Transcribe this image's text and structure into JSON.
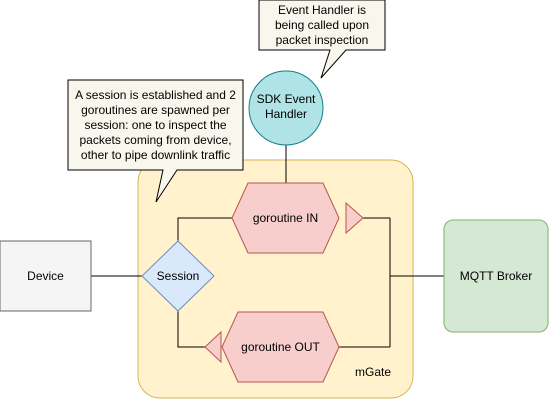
{
  "nodes": {
    "device": "Device",
    "session": "Session",
    "goroutine_in": "goroutine IN",
    "goroutine_out": "goroutine OUT",
    "sdk_handler": "SDK Event\nHandler",
    "mqtt_broker": "MQTT Broker",
    "mgate": "mGate"
  },
  "callouts": {
    "event_handler": "Event Handler is\nbeing called upon\npacket inspection",
    "session_note": "A session is established and 2\ngoroutines are spawned per\nsession: one to inspect the\npackets coming from device,\nother to pipe downlink traffic"
  },
  "colors": {
    "mgate_fill": "#fff2cc",
    "mgate_stroke": "#d6b656",
    "device_fill": "#f5f5f5",
    "device_stroke": "#666666",
    "session_fill": "#dae8fc",
    "session_stroke": "#6c8ebf",
    "goroutine_fill": "#f8cecc",
    "goroutine_stroke": "#b85450",
    "sdk_fill": "#b0e3e6",
    "sdk_stroke": "#0e8088",
    "mqtt_fill": "#d5e8d4",
    "mqtt_stroke": "#82b366",
    "callout_fill": "#f9f7ed",
    "callout_stroke": "#000000"
  }
}
